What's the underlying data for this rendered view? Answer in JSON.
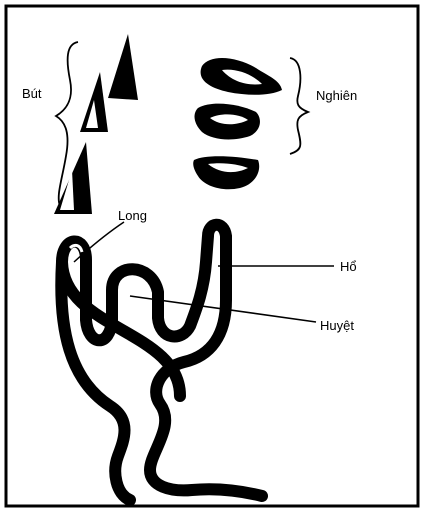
{
  "labels": {
    "but": "Bút",
    "nghien": "Nghiên",
    "long": "Long",
    "ho": "Hổ",
    "huyet": "Huyệt"
  },
  "colors": {
    "ink": "#000000",
    "paper": "#ffffff"
  }
}
